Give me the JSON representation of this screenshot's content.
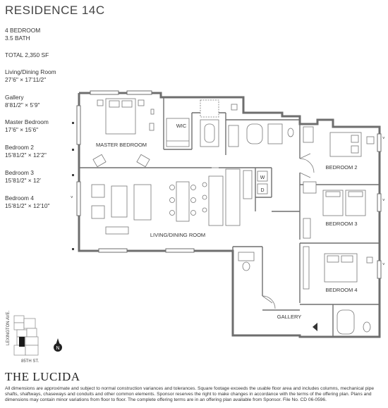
{
  "residence_title": "RESIDENCE 14C",
  "specs": {
    "bedrooms": "4 BEDROOM",
    "baths": "3.5 BATH",
    "total": "TOTAL 2,350 SF"
  },
  "rooms": [
    {
      "name": "Living/Dining Room",
      "dims": "27’6\" × 17’11/2\""
    },
    {
      "name": "Gallery",
      "dims": "8’81/2\" × 5’9\""
    },
    {
      "name": "Master Bedroom",
      "dims": "17’6\" × 15’6\""
    },
    {
      "name": "Bedroom 2",
      "dims": "15’81/2\" × 12’2\""
    },
    {
      "name": "Bedroom 3",
      "dims": "15’81/2\" × 12’"
    },
    {
      "name": "Bedroom 4",
      "dims": "15’81/2\" × 12’10\""
    }
  ],
  "plan_labels": {
    "wic": "WIC",
    "master_bedroom": "MASTER BEDROOM",
    "bedroom_2": "BEDROOM 2",
    "bedroom_3": "BEDROOM 3",
    "bedroom_4": "BEDROOM 4",
    "living_dining": "LIVING/DINING ROOM",
    "gallery": "GALLERY",
    "washer": "W",
    "dryer": "D"
  },
  "key_plan": {
    "avenue": "LEXINGTON AVE.",
    "street": "85TH ST.",
    "north": "N"
  },
  "building_name": "THE LUCIDA",
  "disclaimer": "All dimensions are approximate and subject to normal construction variances and tolerances. Square footage exceeds the usable floor area and includes columns, mechanical pipe shafts, shaftways, chaseways and conduits and other common elements. Sponsor reserves the right to make changes in accordance with the terms of the offering plan. Plans and dimensions may contain minor variations from floor to floor. The complete offering terms are in an offering plan available from Sponsor. File No. CD 06-0596.",
  "colors": {
    "wall": "#6e6e6e",
    "wall_fill": "#bdbdbd",
    "fixture": "#777777",
    "key_highlight": "#1a1a1a"
  }
}
